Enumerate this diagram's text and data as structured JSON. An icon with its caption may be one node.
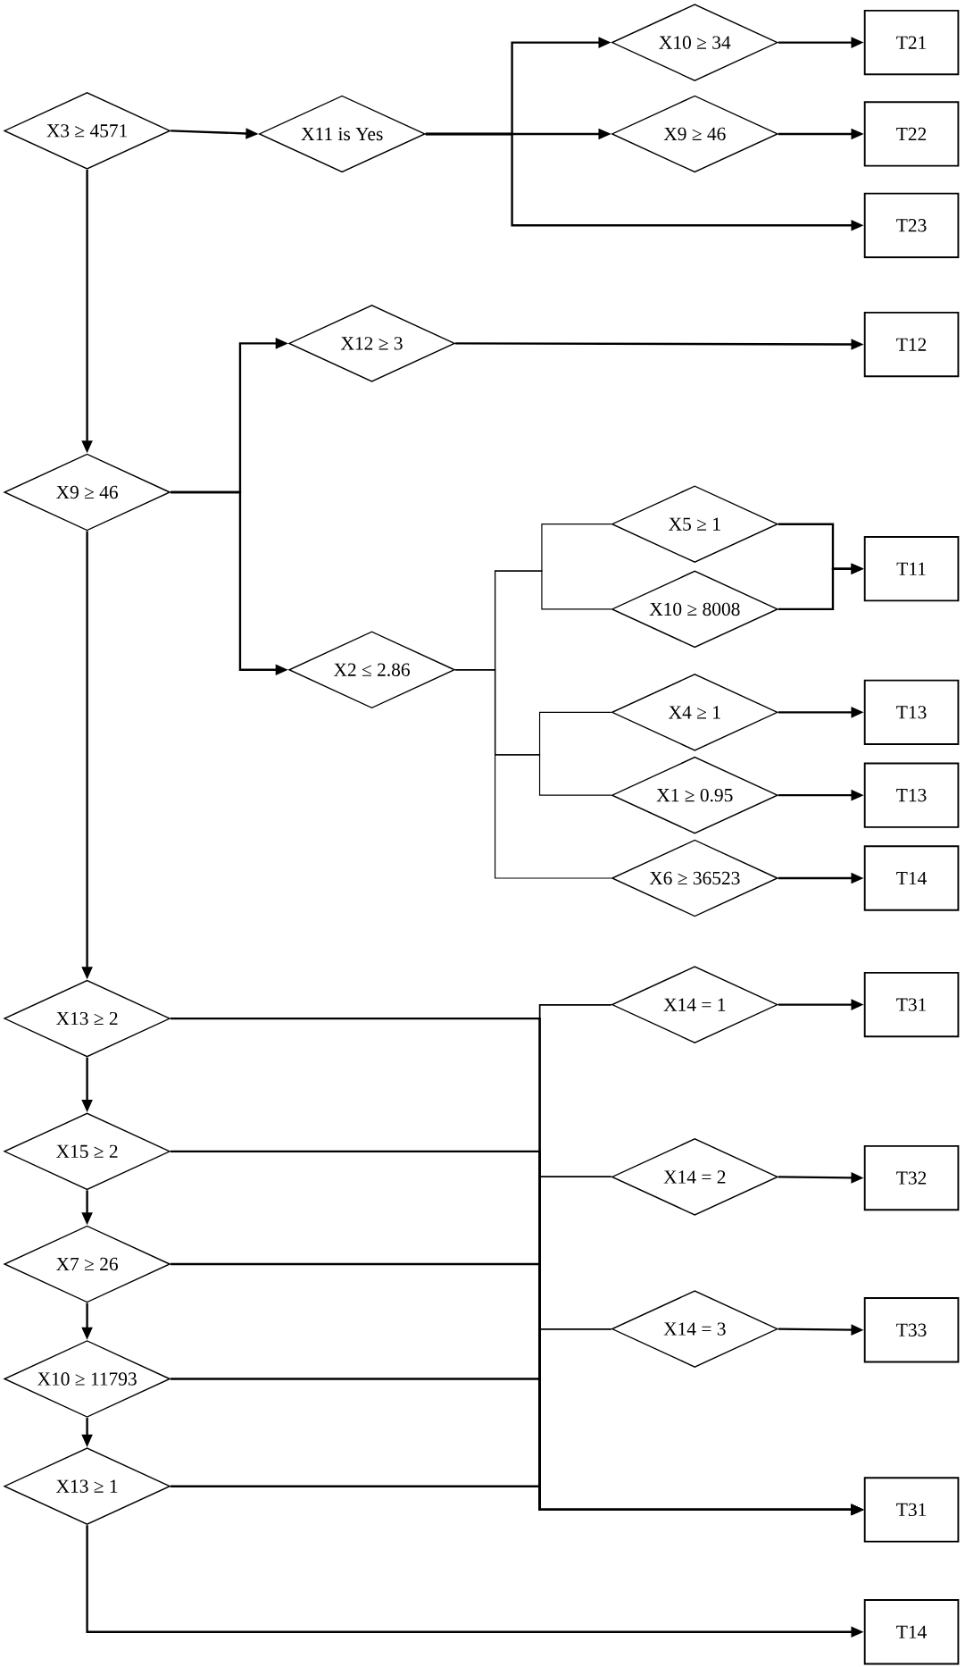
{
  "diagram": {
    "nodes": [
      {
        "text": [
          "X3 ≥ 4571"
        ]
      },
      {
        "text": [
          "X11 is Yes"
        ]
      },
      {
        "text": [
          "X10 ≥ 34"
        ]
      },
      {
        "text": [
          "X9 ≥ 46"
        ]
      },
      {
        "text": [
          "T21"
        ]
      },
      {
        "text": [
          "T22"
        ]
      },
      {
        "text": [
          "T23"
        ]
      },
      {
        "text": [
          "X9 ≥ 46"
        ]
      },
      {
        "text": [
          "X12 ≥ 3"
        ]
      },
      {
        "text": [
          "T12"
        ]
      },
      {
        "text": [
          "X2 ≤ 2.86"
        ]
      },
      {
        "text": [
          "X5 ≥ 1"
        ]
      },
      {
        "text": [
          "X10 ≥ 8008"
        ]
      },
      {
        "text": [
          "T11"
        ]
      },
      {
        "text": [
          "X4 ≥ 1"
        ]
      },
      {
        "text": [
          "X1 ≥ 0.95"
        ]
      },
      {
        "text": [
          "T13"
        ]
      },
      {
        "text": [
          "T13"
        ]
      },
      {
        "text": [
          "X6 ≥ 36523"
        ]
      },
      {
        "text": [
          "T14"
        ]
      },
      {
        "text": [
          "X13 ≥ 2"
        ]
      },
      {
        "text": [
          "X15 ≥ 2"
        ]
      },
      {
        "text": [
          "X7 ≥ 26"
        ]
      },
      {
        "text": [
          "X10 ≥ 11793"
        ]
      },
      {
        "text": [
          "X13 ≥ 1"
        ]
      },
      {
        "text": [
          "X14 = 1"
        ]
      },
      {
        "text": [
          "T31"
        ]
      },
      {
        "text": [
          "X14 = 2"
        ]
      },
      {
        "text": [
          "T32"
        ]
      },
      {
        "text": [
          "X14 = 3"
        ]
      },
      {
        "text": [
          "T33"
        ]
      },
      {
        "text": [
          "T31"
        ]
      },
      {
        "text": [
          "T14"
        ]
      }
    ],
    "edges": [
      {
        "from": 0,
        "to": 1,
        "arrow": "to"
      },
      {
        "from": 1,
        "to": 2,
        "arrow": "to"
      },
      {
        "from": 1,
        "to": 3,
        "arrow": "to"
      },
      {
        "from": 1,
        "to": 6,
        "arrow": "to"
      },
      {
        "from": 2,
        "to": 4,
        "arrow": "to"
      },
      {
        "from": 3,
        "to": 5,
        "arrow": "to"
      },
      {
        "from": 0,
        "to": 7,
        "arrow": "to"
      },
      {
        "from": 7,
        "to": 8,
        "arrow": "to"
      },
      {
        "from": 7,
        "to": 10,
        "arrow": "to"
      },
      {
        "from": 8,
        "to": 9,
        "arrow": "to"
      },
      {
        "from": 10,
        "to": 11,
        "arrow": "none"
      },
      {
        "from": 10,
        "to": 12,
        "arrow": "none"
      },
      {
        "from": 11,
        "to": 13,
        "arrow": "to"
      },
      {
        "from": 12,
        "to": 13,
        "arrow": "to"
      },
      {
        "from": 10,
        "to": 14,
        "arrow": "none"
      },
      {
        "from": 10,
        "to": 15,
        "arrow": "none"
      },
      {
        "from": 10,
        "to": 18,
        "arrow": "none"
      },
      {
        "from": 14,
        "to": 16,
        "arrow": "to"
      },
      {
        "from": 15,
        "to": 17,
        "arrow": "to"
      },
      {
        "from": 18,
        "to": 19,
        "arrow": "to"
      },
      {
        "from": 7,
        "to": 20,
        "arrow": "to"
      },
      {
        "from": 20,
        "to": 21,
        "arrow": "to"
      },
      {
        "from": 21,
        "to": 22,
        "arrow": "to"
      },
      {
        "from": 22,
        "to": 23,
        "arrow": "to"
      },
      {
        "from": 23,
        "to": 24,
        "arrow": "to"
      },
      {
        "from": 24,
        "to": 32,
        "arrow": "to"
      },
      {
        "from": 20,
        "to": 25,
        "arrow": "none"
      },
      {
        "from": 20,
        "to": 27,
        "arrow": "none"
      },
      {
        "from": 20,
        "to": 29,
        "arrow": "none"
      },
      {
        "from": 20,
        "to": 31,
        "arrow": "to"
      },
      {
        "from": 21,
        "to": 25,
        "arrow": "none"
      },
      {
        "from": 21,
        "to": 27,
        "arrow": "none"
      },
      {
        "from": 21,
        "to": 29,
        "arrow": "none"
      },
      {
        "from": 21,
        "to": 31,
        "arrow": "to"
      },
      {
        "from": 22,
        "to": 25,
        "arrow": "none"
      },
      {
        "from": 22,
        "to": 27,
        "arrow": "none"
      },
      {
        "from": 22,
        "to": 29,
        "arrow": "none"
      },
      {
        "from": 22,
        "to": 31,
        "arrow": "to"
      },
      {
        "from": 23,
        "to": 25,
        "arrow": "none"
      },
      {
        "from": 23,
        "to": 27,
        "arrow": "none"
      },
      {
        "from": 23,
        "to": 29,
        "arrow": "none"
      },
      {
        "from": 23,
        "to": 31,
        "arrow": "to"
      },
      {
        "from": 24,
        "to": 25,
        "arrow": "none"
      },
      {
        "from": 24,
        "to": 27,
        "arrow": "none"
      },
      {
        "from": 24,
        "to": 29,
        "arrow": "none"
      },
      {
        "from": 24,
        "to": 31,
        "arrow": "to"
      },
      {
        "from": 25,
        "to": 26,
        "arrow": "to"
      },
      {
        "from": 27,
        "to": 28,
        "arrow": "to"
      },
      {
        "from": 29,
        "to": 30,
        "arrow": "to"
      }
    ]
  }
}
